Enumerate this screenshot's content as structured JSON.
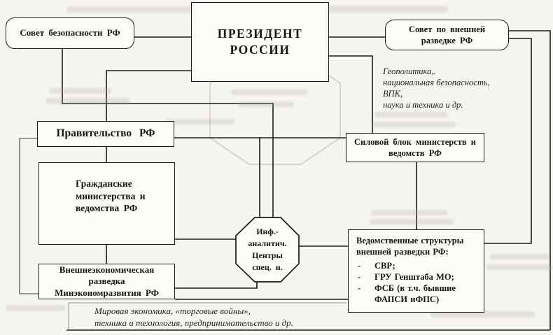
{
  "nodes": {
    "security_council": {
      "label": "Совет безопасности РФ"
    },
    "president": {
      "label": "ПРЕЗИДЕНТ\nРОССИИ"
    },
    "foreign_intel_council": {
      "label": "Совет по внешней\nразведке РФ"
    },
    "government": {
      "label": "Правительство РФ"
    },
    "power_bloc": {
      "label": "Силовой блок министерств и\nведомств РФ"
    },
    "civil_ministries": {
      "label": "Гражданские\nминистерства и\nведомства РФ"
    },
    "info_centers": {
      "label": "Инф.-\nаналитич.\nЦентры\nспец. и."
    },
    "foreign_econ_intel": {
      "label": "Внешнеэкономическая\nразведка\nМинэкономразвития РФ"
    },
    "dept_structures": {
      "title": "Ведомственные структуры\nвнешней разведки РФ:",
      "marker": "-",
      "items": [
        "СВР;",
        "ГРУ Генштаба МО;",
        "ФСБ (в т.ч. бывшие\nФАПСИ иФПС)"
      ]
    }
  },
  "notes": {
    "geopolitics": "Геополитика,.\nнациональная безопасность,\nВПК,\nнаука и техника и др.",
    "world_economy": "Мировая экономика, «торговые войны»,\nтехника и технология, предпринимательство и др."
  },
  "colors": {
    "line": "#1b1b1b",
    "paper": "#f6f5f1",
    "box_bg": "#fcfbf7"
  }
}
